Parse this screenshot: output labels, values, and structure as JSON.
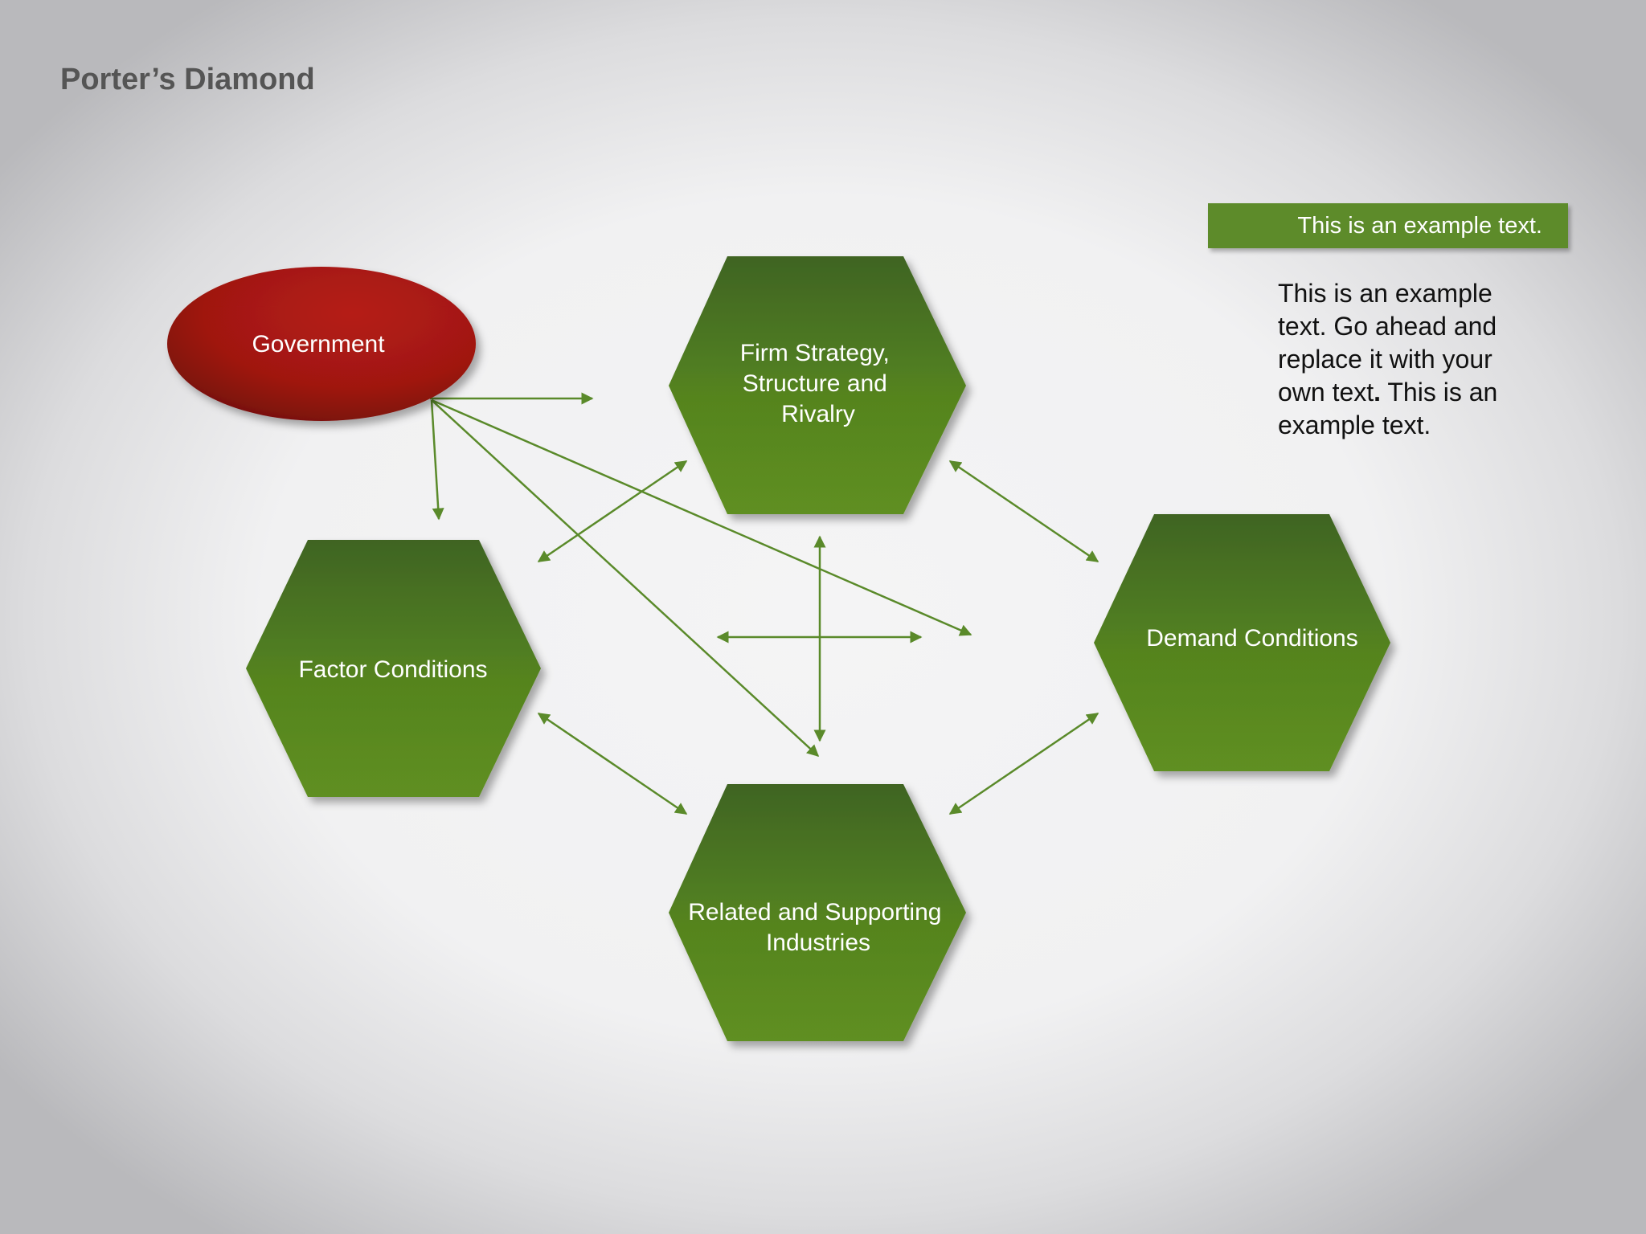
{
  "title": "Porter’s Diamond",
  "colors": {
    "hexagon_top": "#3f6424",
    "hexagon_bottom": "#5f8f20",
    "government_fill": "#a81812",
    "arrow": "#5a8a2a",
    "banner": "#5d8b2a"
  },
  "nodes": {
    "government": {
      "label": "Government"
    },
    "firm_strategy": {
      "lines": [
        "Firm Strategy,",
        "Structure and",
        "Rivalry"
      ]
    },
    "factor_conditions": {
      "label": "Factor Conditions"
    },
    "demand_conditions": {
      "label": "Demand Conditions"
    },
    "related_industries": {
      "lines": [
        "Related and Supporting",
        "Industries"
      ]
    }
  },
  "callout": {
    "banner_text": "This is an example text.",
    "body_part1": "This is an example text. Go ahead and replace it with your own text",
    "body_dot": ".",
    "body_part2": " This is an example text."
  }
}
